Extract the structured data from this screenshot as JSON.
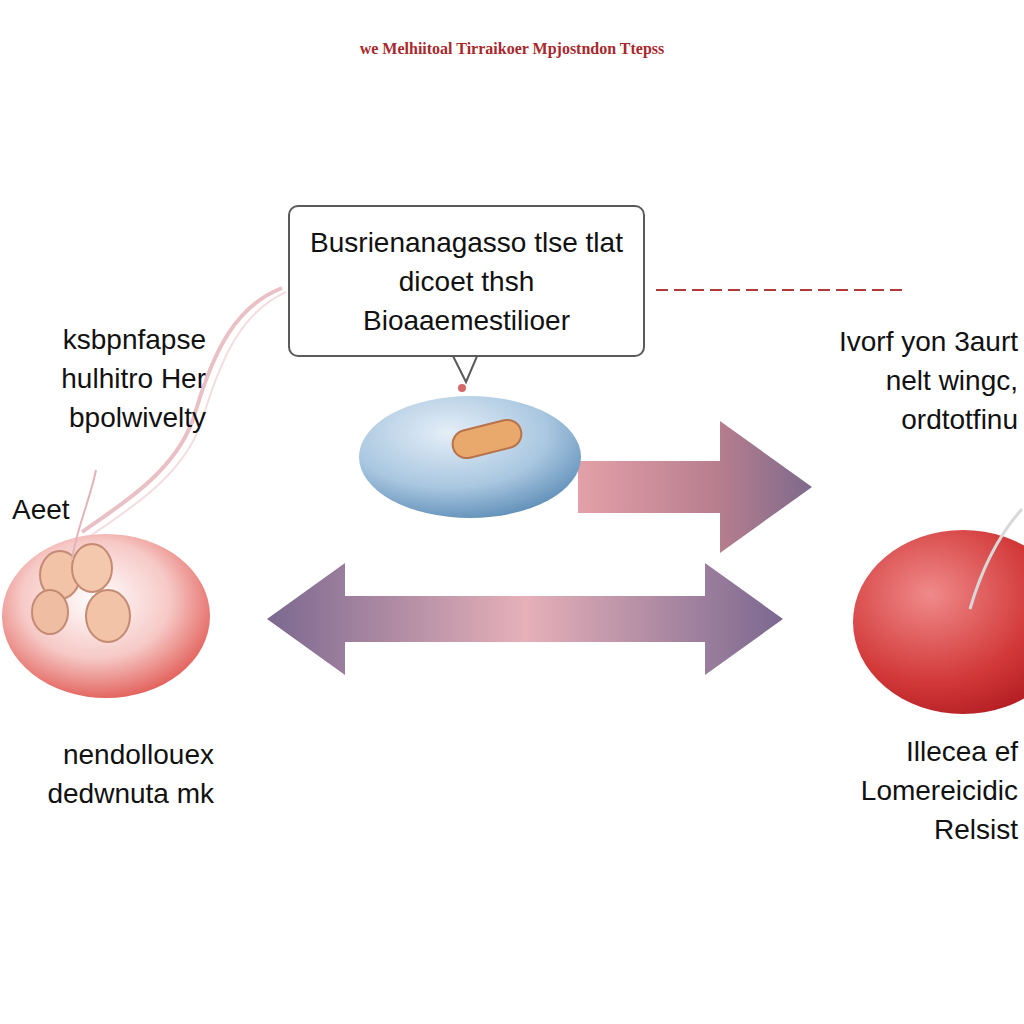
{
  "diagram": {
    "title": "we Melhiitoal Tirraikoer Mpjostndon Ttepss",
    "nodes": [
      {
        "text": [
          "ksbpnfapse hulhitro Her bpolwivelty",
          "Aeet",
          "nendollouex dedwnuta mk"
        ]
      },
      {
        "text": [
          "Busrienanagasso tlse tlat dicoet thsh Bioaaemestilioer"
        ]
      },
      {
        "text": [
          "Ivorf yon 3aurt nelt wingc, ordtotfinu",
          "Illecea ef Lomereicidic Relsist"
        ]
      }
    ],
    "edges": [
      {
        "from": 1,
        "to": 2,
        "arrow": "to"
      },
      {
        "from": 0,
        "to": 2,
        "arrow": "both"
      }
    ]
  }
}
